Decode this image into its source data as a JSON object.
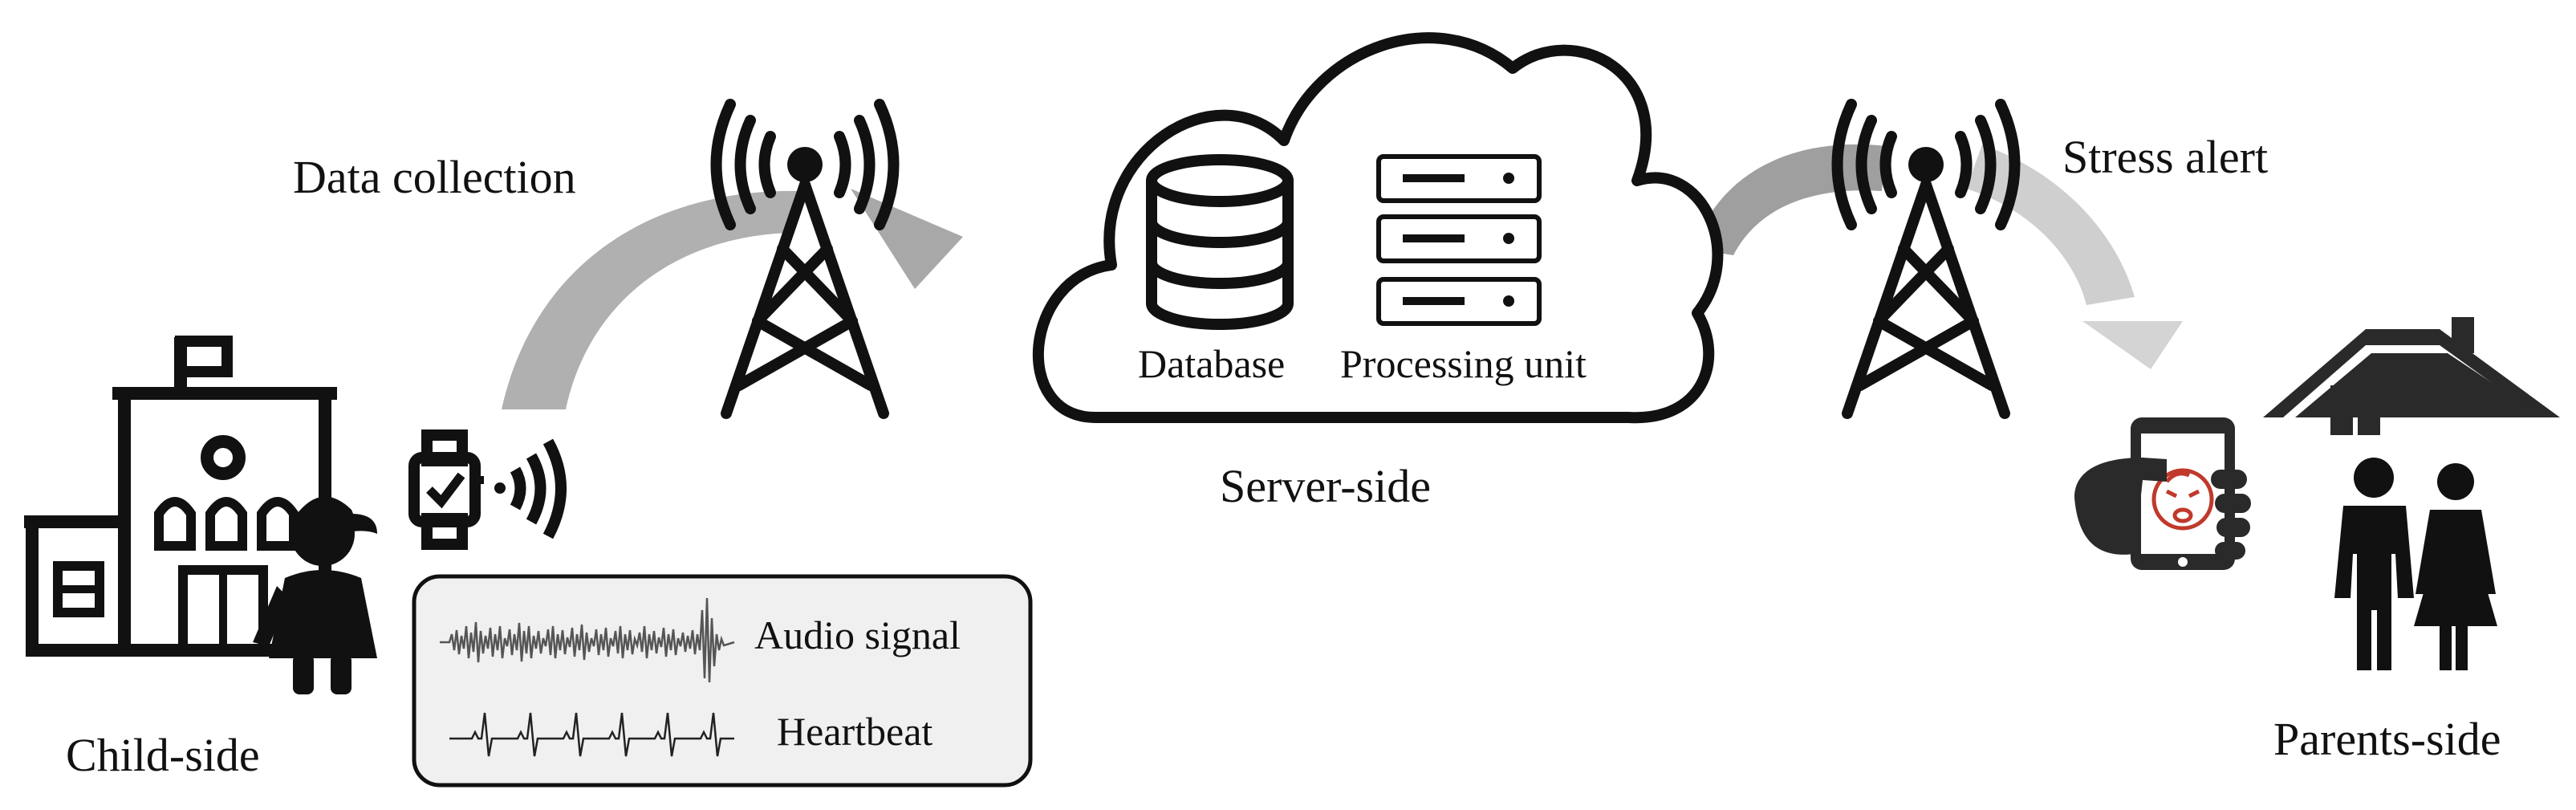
{
  "labels": {
    "data_collection": "Data collection",
    "database": "Database",
    "processing_unit": "Processing unit",
    "server_side": "Server-side",
    "stress_alert": "Stress alert",
    "audio_signal": "Audio signal",
    "heartbeat": "Heartbeat",
    "child_side": "Child-side",
    "parents_side": "Parents-side"
  },
  "icons": {
    "school": "school-building-icon",
    "child": "child-icon",
    "smartwatch": "smartwatch-icon",
    "tower_left": "radio-tower-icon",
    "tower_right": "radio-tower-icon",
    "cloud": "cloud-icon",
    "database": "database-icon",
    "server": "server-icon",
    "phone": "smartphone-icon",
    "crying_baby": "crying-baby-icon",
    "house": "house-icon",
    "parents": "parents-icon"
  },
  "colors": {
    "ink": "#111111",
    "arrow_gray": "#aaaaaa",
    "arrow_light": "#d0d0d0",
    "signal_box": "#f0f0f0",
    "phone_dark": "#2a2a2a",
    "baby_red": "#c0392b"
  }
}
